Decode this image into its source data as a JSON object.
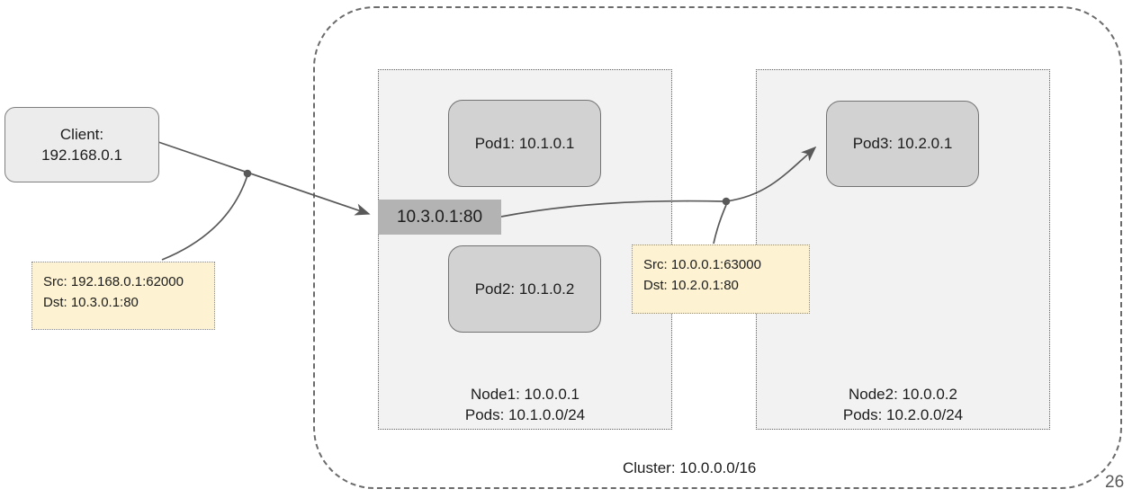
{
  "page": {
    "number": "26"
  },
  "colors": {
    "cluster_border": "#6b6b6b",
    "node_fill": "#f2f2f2",
    "node_border": "#606060",
    "pod_fill": "#d2d2d2",
    "pod_border": "#737373",
    "vip_fill": "#b3b3b3",
    "note_fill": "#fdf2d1",
    "note_border": "#8c8c8c",
    "client_fill": "#ececec",
    "client_border": "#7f7f7f",
    "connector": "#595959"
  },
  "client": {
    "line1": "Client:",
    "line2": "192.168.0.1"
  },
  "vip_label": "10.3.0.1:80",
  "cluster_label": "Cluster: 10.0.0.0/16",
  "notes": [
    {
      "src": "Src: 192.168.0.1:62000",
      "dst": "Dst: 10.3.0.1:80"
    },
    {
      "src": "Src: 10.0.0.1:63000",
      "dst": "Dst: 10.2.0.1:80"
    }
  ],
  "nodes": [
    {
      "caption_line1": "Node1: 10.0.0.1",
      "caption_line2": "Pods: 10.1.0.0/24",
      "pods": [
        {
          "label": "Pod1: 10.1.0.1"
        },
        {
          "label": "Pod2: 10.1.0.2"
        }
      ]
    },
    {
      "caption_line1": "Node2: 10.0.0.2",
      "caption_line2": "Pods: 10.2.0.0/24",
      "pods": [
        {
          "label": "Pod3: 10.2.0.1"
        }
      ]
    }
  ]
}
